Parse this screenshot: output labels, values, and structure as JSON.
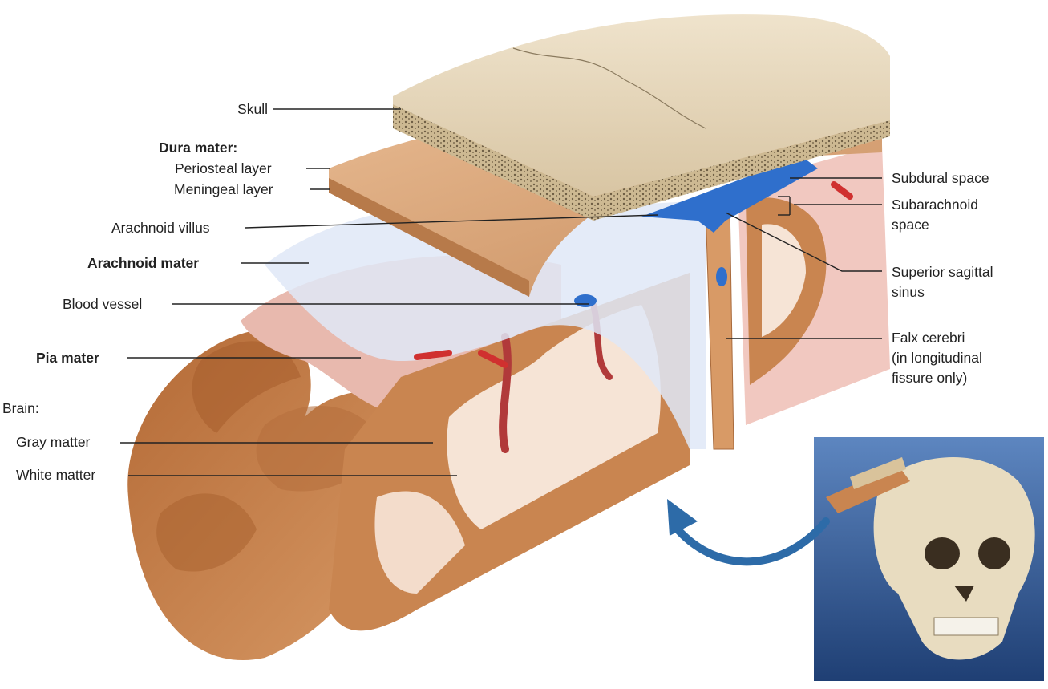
{
  "labels_left": {
    "skull": "Skull",
    "dura_mater": "Dura mater:",
    "periosteal_layer": "Periosteal layer",
    "meningeal_layer": "Meningeal layer",
    "arachnoid_villus": "Arachnoid villus",
    "arachnoid_mater": "Arachnoid mater",
    "blood_vessel": "Blood vessel",
    "pia_mater": "Pia mater",
    "brain": "Brain:",
    "gray_matter": "Gray matter",
    "white_matter": "White matter"
  },
  "labels_right": {
    "subdural_space": "Subdural space",
    "subarachnoid_line1": "Subarachnoid",
    "subarachnoid_line2": "space",
    "superior_sagittal_line1": "Superior sagittal",
    "superior_sagittal_line2": "sinus",
    "falx_line1": "Falx cerebri",
    "falx_line2": "(in longitudinal",
    "falx_line3": "fissure only)"
  },
  "colors": {
    "skull": "#e6d6bb",
    "spongy_bone": "#8a7a5e",
    "dura": "#d9a57a",
    "arachnoid": "#dfe8f7",
    "brain_gray": "#c98550",
    "brain_white": "#f6e4d6",
    "pia": "#e8b9ae",
    "vein": "#2f6fcc",
    "artery": "#d0302f",
    "inset_bg": "#2e5a94",
    "arrow": "#2d6ba8"
  }
}
